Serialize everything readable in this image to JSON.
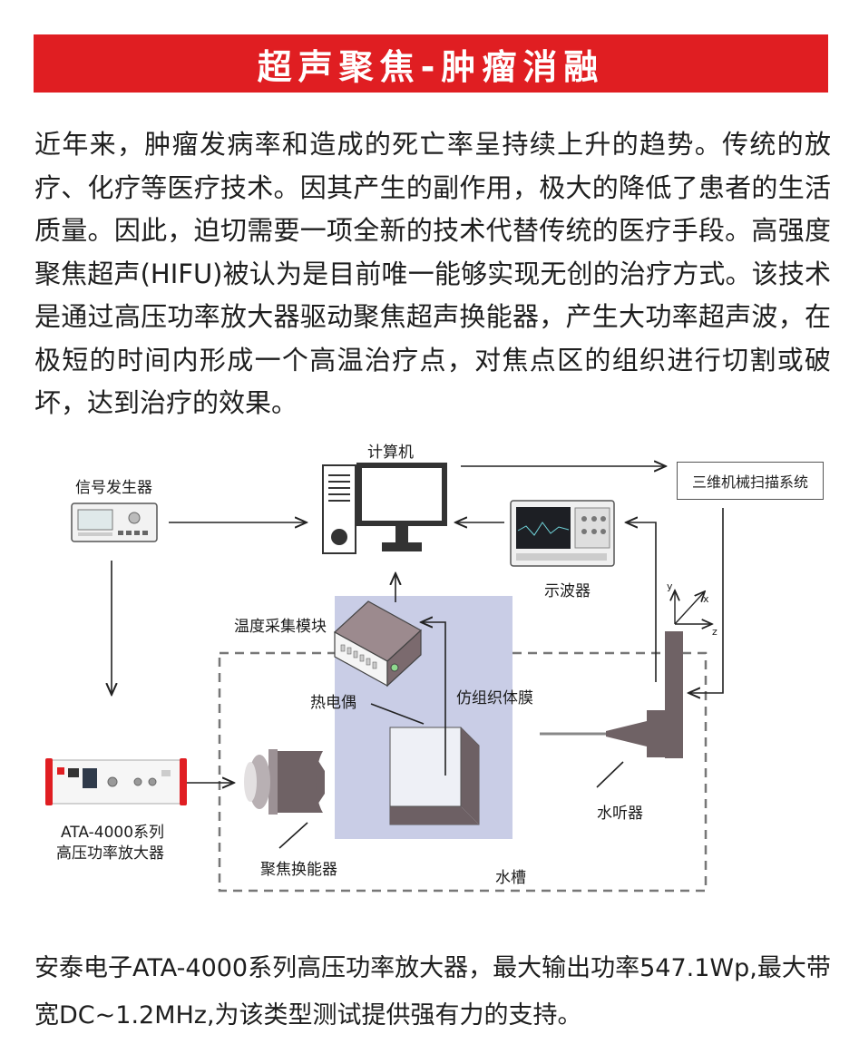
{
  "header": {
    "title": "超声聚焦-肿瘤消融"
  },
  "intro": {
    "text": "近年来，肿瘤发病率和造成的死亡率呈持续上升的趋势。传统的放疗、化疗等医疗技术。因其产生的副作用，极大的降低了患者的生活质量。因此，迫切需要一项全新的技术代替传统的医疗手段。高强度聚焦超声(HIFU)被认为是目前唯一能够实现无创的治疗方式。该技术是通过高压功率放大器驱动聚焦超声换能器，产生大功率超声波，在极短的时间内形成一个高温治疗点，对焦点区的组织进行切割或破坏，达到治疗的效果。"
  },
  "diagram": {
    "computer": "计算机",
    "signal_generator": "信号发生器",
    "scanning_system": "三维机械扫描系统",
    "oscilloscope": "示波器",
    "temp_module": "温度采集模块",
    "thermocouple": "热电偶",
    "phantom": "仿组织体膜",
    "amplifier_line1": "ATA-4000系列",
    "amplifier_line2": "高压功率放大器",
    "transducer": "聚焦换能器",
    "hydrophone": "水听器",
    "water_tank": "水槽",
    "axis_x": "x",
    "axis_y": "y",
    "axis_z": "z",
    "colors": {
      "tank_fill": "#c9cde6",
      "accent": "#e01e22"
    }
  },
  "footer": {
    "text": "安泰电子ATA-4000系列高压功率放大器，最大输出功率547.1Wp,最大带宽DC~1.2MHz,为该类型测试提供强有力的支持。"
  }
}
